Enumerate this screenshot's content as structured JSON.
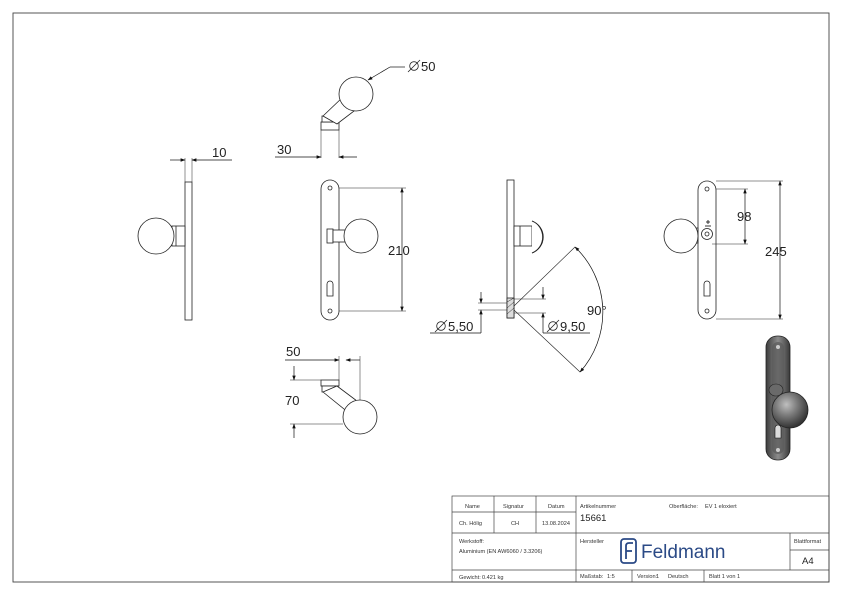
{
  "drawing": {
    "dimensions": {
      "ball_diameter": "50",
      "neck_offset": "30",
      "plate_thickness": "10",
      "handle_spacing": "210",
      "pin_diameter": "5,50",
      "head_diameter": "9,50",
      "angle": "90°",
      "offset_horizontal": "50",
      "offset_vertical": "70",
      "hole_distance": "98",
      "plate_length": "245"
    }
  },
  "title_block": {
    "labels": {
      "name": "Name",
      "signature": "Signatur",
      "date": "Datum",
      "article_number": "Artikelnummer",
      "surface": "Oberfläche:",
      "material": "Werkstoff:",
      "manufacturer": "Hersteller",
      "sheet_format": "Blattformat",
      "scale": "Maßstab:",
      "version": "Version:",
      "weight": "Gewicht:"
    },
    "values": {
      "name": "Ch. Hölig",
      "signature": "CH",
      "date": "13.08.2024",
      "article_number": "15661",
      "surface": "EV 1 eloxiert",
      "material": "Aluminium (EN AW6060 / 3.3206)",
      "brand": "Feldmann",
      "format": "A4",
      "scale": "1:5",
      "version": "1",
      "language": "Deutsch",
      "sheet": "Blatt 1 von 1",
      "weight": "0.421 kg"
    }
  }
}
